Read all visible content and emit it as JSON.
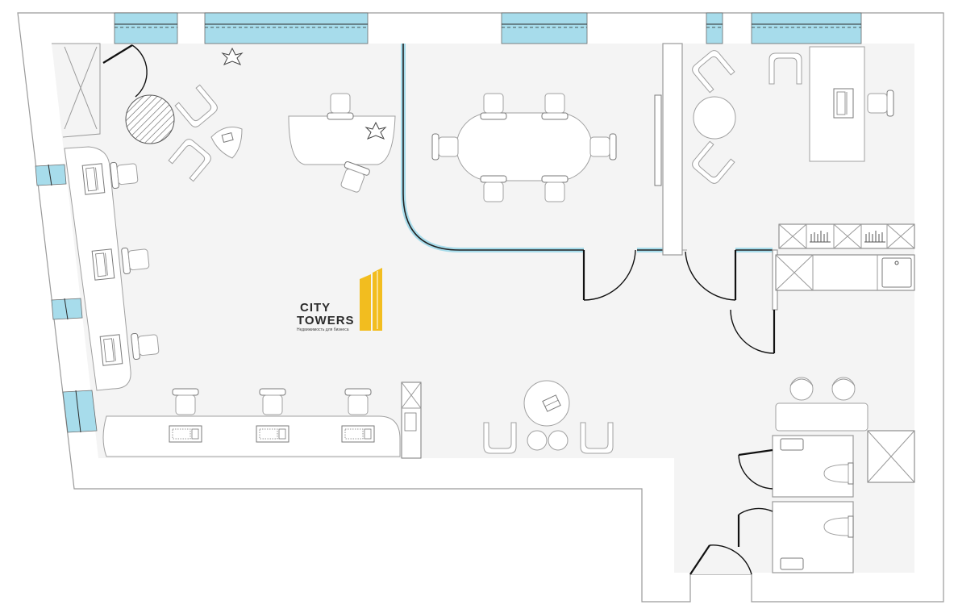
{
  "logo": {
    "line1": "CITY",
    "line2": "TOWERS",
    "tagline": "Недвижимость для бизнеса",
    "accent_color": "#f2bd1f"
  },
  "colors": {
    "window": "#a7dceb",
    "wall_outline": "#9a9a9a",
    "floor": "#f4f4f4",
    "door": "#111111"
  },
  "icons": [
    "plant-icon",
    "laptop-icon",
    "keyboard-icon",
    "toilet-icon",
    "sink-icon",
    "shelving-icon"
  ]
}
